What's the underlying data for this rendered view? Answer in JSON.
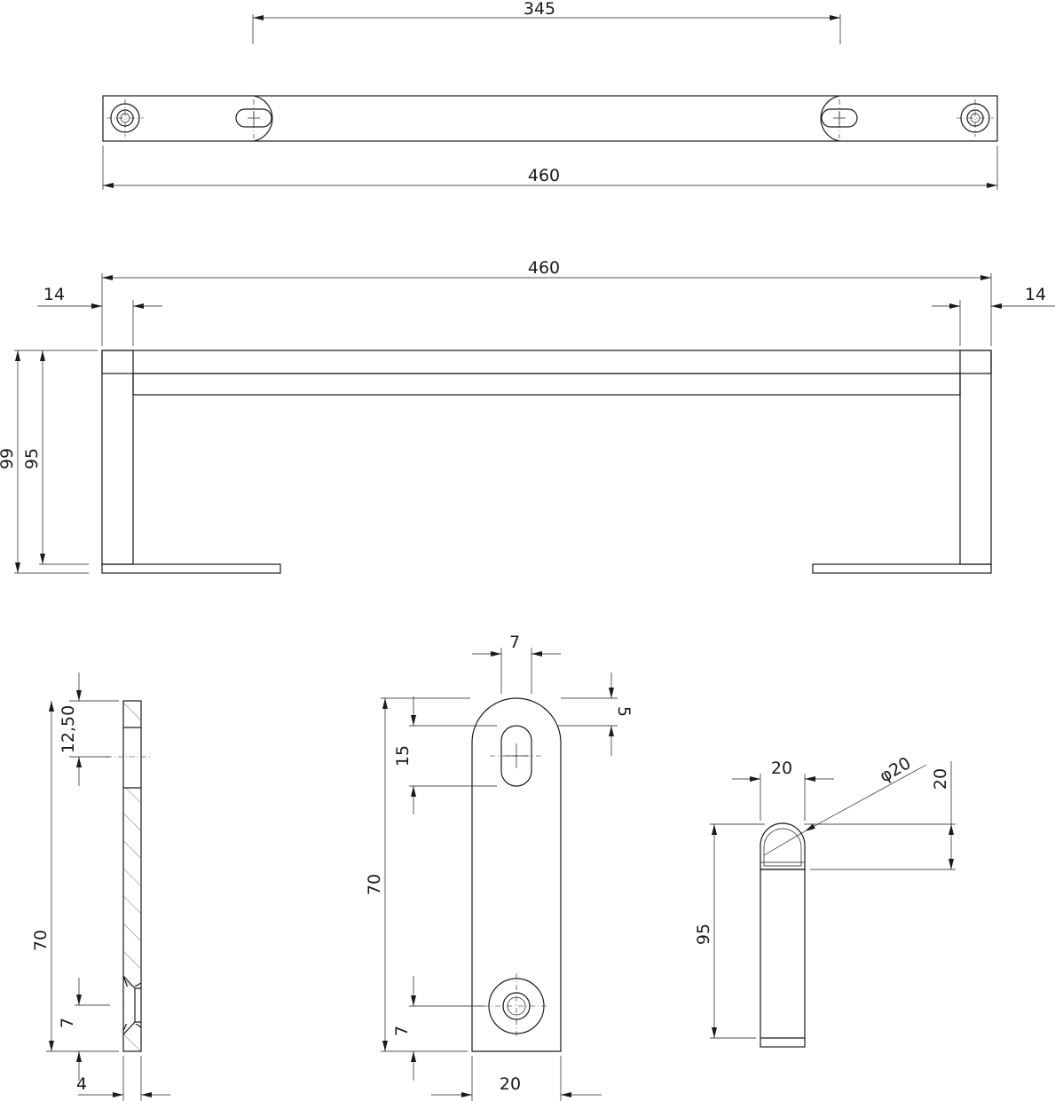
{
  "views": {
    "top": {
      "dim_overall_width": "460",
      "dim_mounting_distance": "345"
    },
    "front": {
      "dim_overall_width": "460",
      "dim_left_post": "14",
      "dim_right_post": "14",
      "dim_total_height": "99",
      "dim_inner_height": "95"
    },
    "side_section": {
      "dim_top_offset": "12,50",
      "dim_length": "70",
      "dim_hole_offset": "7",
      "dim_thickness": "4"
    },
    "bracket": {
      "dim_slot_offset": "7",
      "dim_top_radius": "5",
      "dim_slot_length": "15",
      "dim_length": "70",
      "dim_hole_offset": "7",
      "dim_width": "20"
    },
    "profile": {
      "dim_width": "20",
      "dim_diameter": "φ20",
      "dim_cap_height": "20",
      "dim_height": "95"
    }
  }
}
